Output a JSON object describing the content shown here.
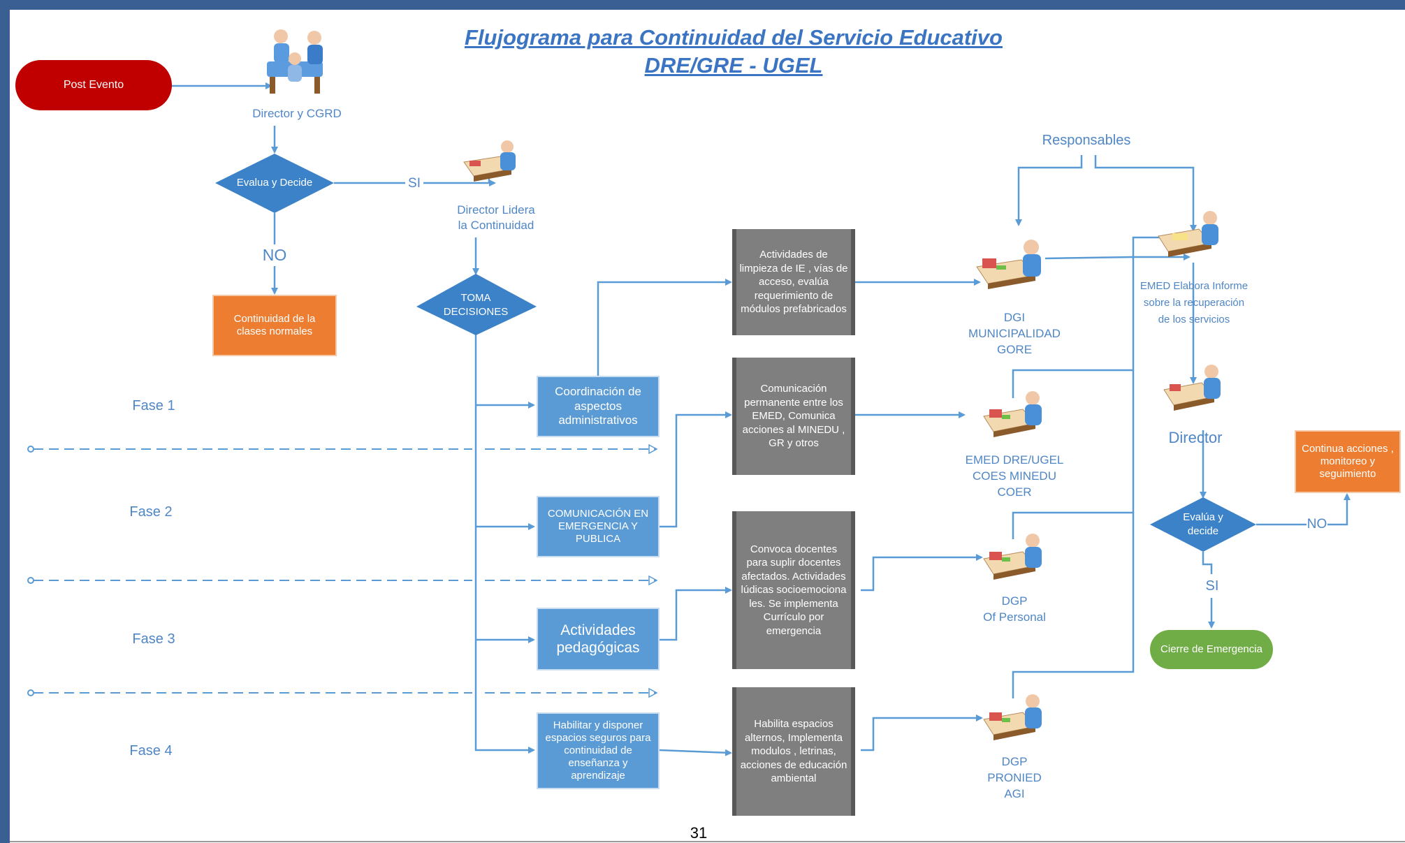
{
  "title": {
    "line1": "Flujograma para Continuidad del Servicio Educativo",
    "line2": "DRE/GRE - UGEL"
  },
  "nodes": {
    "post_evento": "Post Evento",
    "director_cgrd": "Director y CGRD",
    "evalua_decide": "Evalua y Decide",
    "si_label": "SI",
    "no_label": "NO",
    "continuidad_normal": "Continuidad de la clases normales",
    "director_lidera_1": "Director Lidera",
    "director_lidera_2": "la Continuidad",
    "toma_decisiones_1": "TOMA",
    "toma_decisiones_2": "DECISIONES",
    "responsables": "Responsables"
  },
  "phases": [
    "Fase 1",
    "Fase 2",
    "Fase 3",
    "Fase 4"
  ],
  "actions": [
    "Coordinación de aspectos administrativos",
    "COMUNICACIÓN EN EMERGENCIA Y PUBLICA",
    "Actividades pedagógicas",
    "Habilitar y disponer espacios seguros para continuidad de enseñanza y aprendizaje"
  ],
  "details": [
    "Actividades de limpieza de IE , vías de acceso, evalúa requerimiento de módulos prefabricados",
    "Comunicación permanente entre los EMED, Comunica acciones al MINEDU , GR y otros",
    "Convoca docentes para suplir docentes afectados. Actividades lúdicas socioemociona les. Se implementa Currículo por emergencia",
    "Habilita espacios alternos, Implementa modulos , letrinas, acciones de educación ambiental"
  ],
  "responsibles": [
    {
      "l1": "DGI",
      "l2": "MUNICIPALIDAD",
      "l3": "GORE"
    },
    {
      "l1": "EMED DRE/UGEL",
      "l2": "COES MINEDU",
      "l3": "COER"
    },
    {
      "l1": "DGP",
      "l2": "Of Personal",
      "l3": ""
    },
    {
      "l1": "DGP",
      "l2": "PRONIED",
      "l3": "AGI"
    }
  ],
  "right": {
    "emed_informe_1": "EMED Elabora Informe",
    "emed_informe_2": "sobre la recuperación",
    "emed_informe_3": "de los servicios",
    "director": "Director",
    "evalua_decide_1": "Evalúa y",
    "evalua_decide_2": "decide",
    "no_label": "NO",
    "si_label": "SI",
    "continua": "Continua acciones , monitoreo y seguimiento",
    "cierre": "Cierre de Emergencia"
  },
  "page_number": "31",
  "colors": {
    "frame": "#3a5f93",
    "accent_blue": "#5b9bd5",
    "red": "#c00000",
    "orange": "#ed7d31",
    "green": "#70ad47",
    "gray": "#7f7f7f"
  }
}
